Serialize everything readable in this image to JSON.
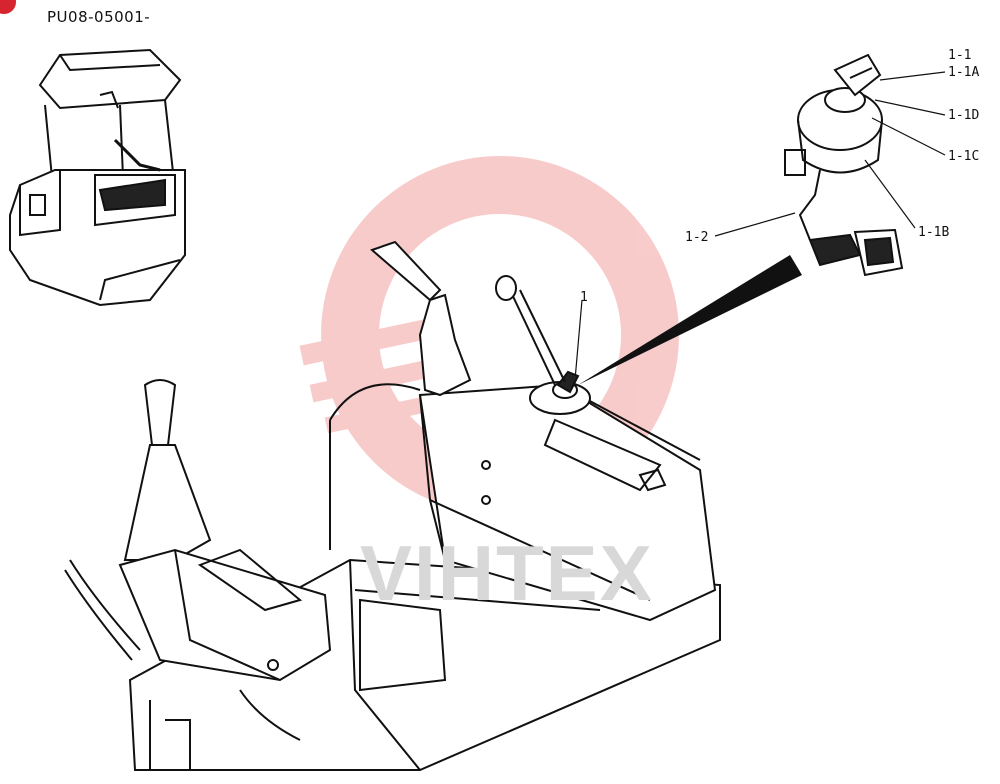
{
  "figure": {
    "code": "PU08-05001-"
  },
  "watermark": {
    "text": "VIHTEX",
    "gear_color": "#f4a2a2"
  },
  "callouts": {
    "c_1_1": "1-1",
    "c_1_1A": "1-1A",
    "c_1_1D": "1-1D",
    "c_1_1C": "1-1C",
    "c_1_1B": "1-1B",
    "c_1_2": "1-2",
    "c_1": "1"
  },
  "colors": {
    "line": "#111111",
    "badge": "#d6252e"
  }
}
